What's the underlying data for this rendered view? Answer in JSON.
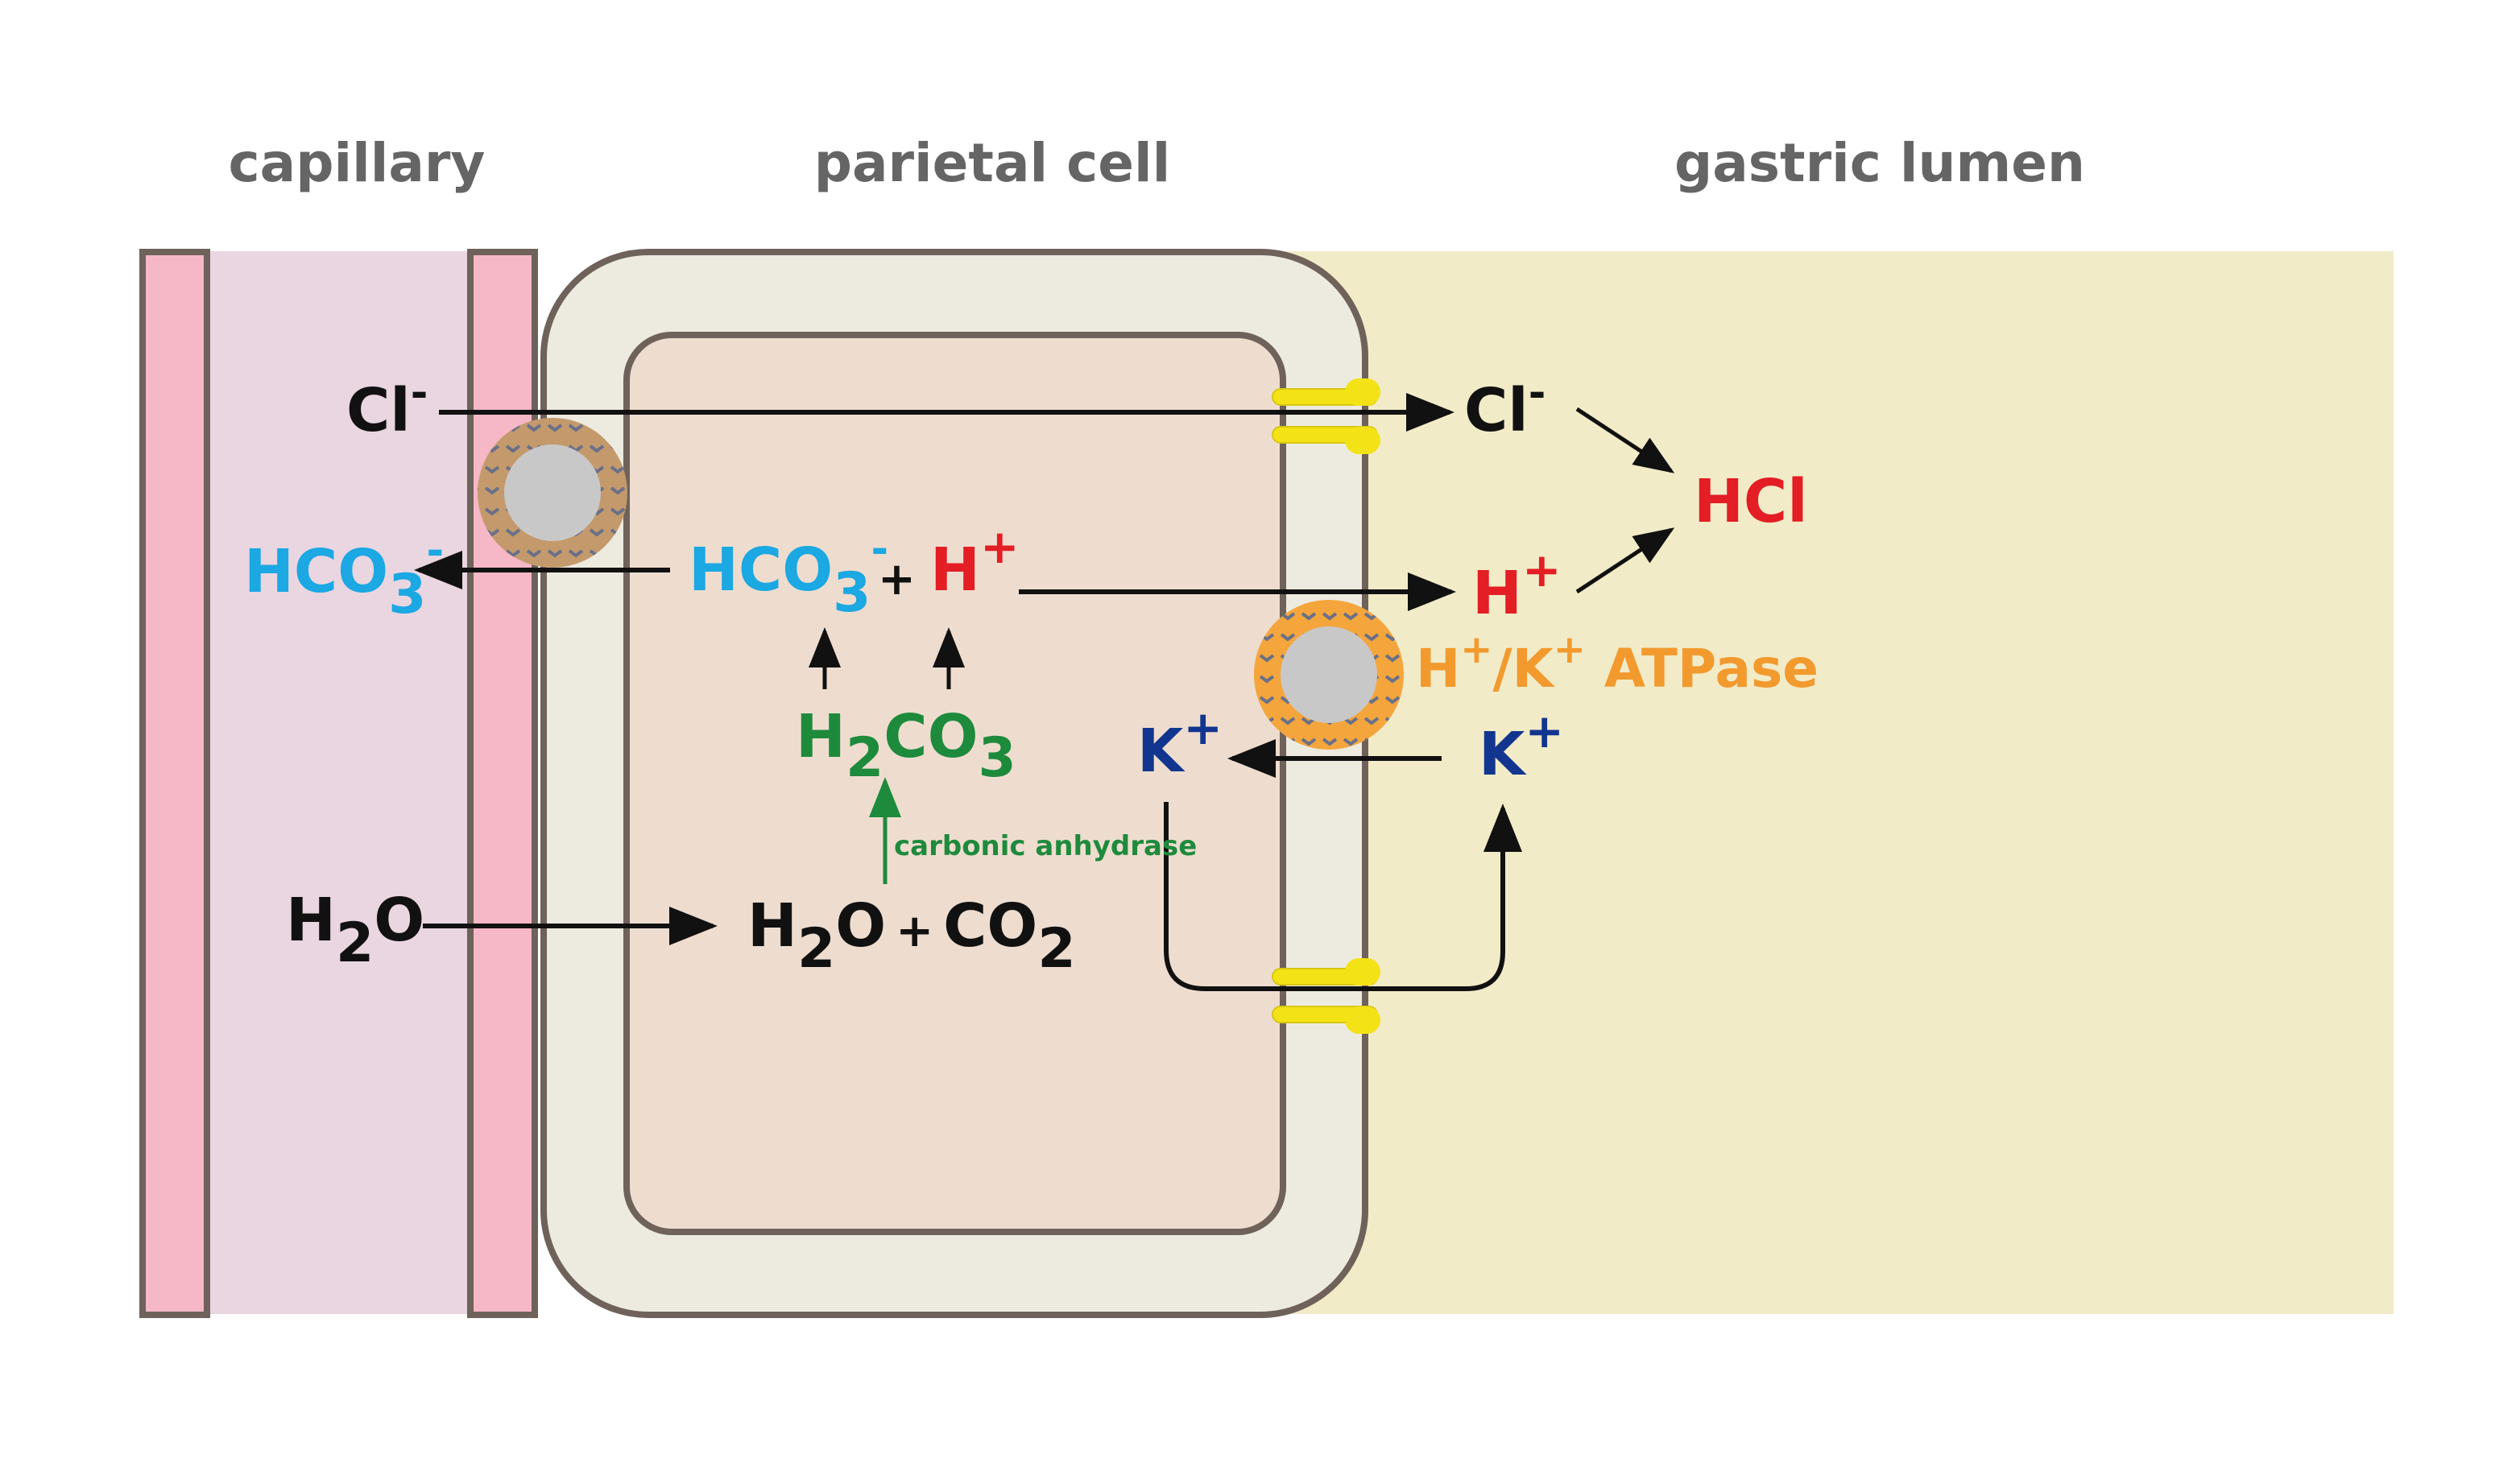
{
  "regions": {
    "capillary": "capillary",
    "parietal_cell": "parietal cell",
    "gastric_lumen": "gastric lumen"
  },
  "capillary_side": {
    "cl": {
      "base": "Cl",
      "sup": "-"
    },
    "hco3": {
      "base": "HCO",
      "sub": "3",
      "sup": "-"
    },
    "h2o": {
      "a": "H",
      "sub": "2",
      "b": "O"
    }
  },
  "cell": {
    "hco3": {
      "base": "HCO",
      "sub": "3",
      "sup": "-"
    },
    "plus": "+",
    "h": {
      "base": "H",
      "sup": "+"
    },
    "h2co3": {
      "a": "H",
      "sub1": "2",
      "b": "CO",
      "sub2": "3"
    },
    "enzyme": "carbonic anhydrase",
    "reactants": {
      "h": "H",
      "sub1": "2",
      "o": "O",
      "plus": "+",
      "co": "CO",
      "sub2": "2"
    },
    "k": {
      "base": "K",
      "sup": "+"
    }
  },
  "lumen": {
    "cl": {
      "base": "Cl",
      "sup": "-"
    },
    "h": {
      "base": "H",
      "sup": "+"
    },
    "k": {
      "base": "K",
      "sup": "+"
    },
    "hcl": "HCl",
    "pump": {
      "h": "H",
      "sup1": "+",
      "slash": "/K",
      "sup2": "+",
      "rest": " ATPase"
    }
  },
  "colors": {
    "bicarbonate": "#1ba8e3",
    "hydrogen": "#e31e24",
    "carbonic": "#1e8a3c",
    "potassium": "#12368f",
    "atpase": "#f29a2e",
    "black": "#111111",
    "region_title": "#666566"
  }
}
